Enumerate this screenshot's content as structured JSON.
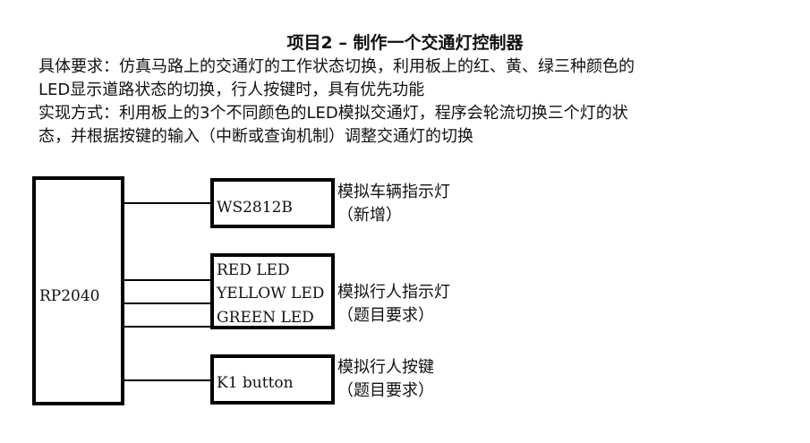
{
  "title": "项目2 – 制作一个交通灯控制器",
  "description": [
    "具体要求：仿真马路上的交通灯的工作状态切换，利用板上的红、黄、绿三种颜色的",
    "LED显示道路状态的切换，行人按键时，具有优先功能",
    "实现方式：利用板上的3个不同颜色的LED模拟交通灯，程序会轮流切换三个灯的状",
    "态，并根据按键的输入（中断或查询机制）调整交通灯的切换"
  ],
  "diagram": {
    "controller": "RP2040",
    "ws_box": "WS2812B",
    "led_lines": [
      "RED LED",
      "YELLOW LED",
      "GREEN LED"
    ],
    "button_box": "K1 button",
    "labels": {
      "vehicle": [
        "模拟车辆指示灯",
        "（新增）"
      ],
      "pedestrian_light": [
        "模拟行人指示灯",
        "（题目要求）"
      ],
      "pedestrian_button": [
        "模拟行人按键",
        "（题目要求）"
      ]
    }
  }
}
